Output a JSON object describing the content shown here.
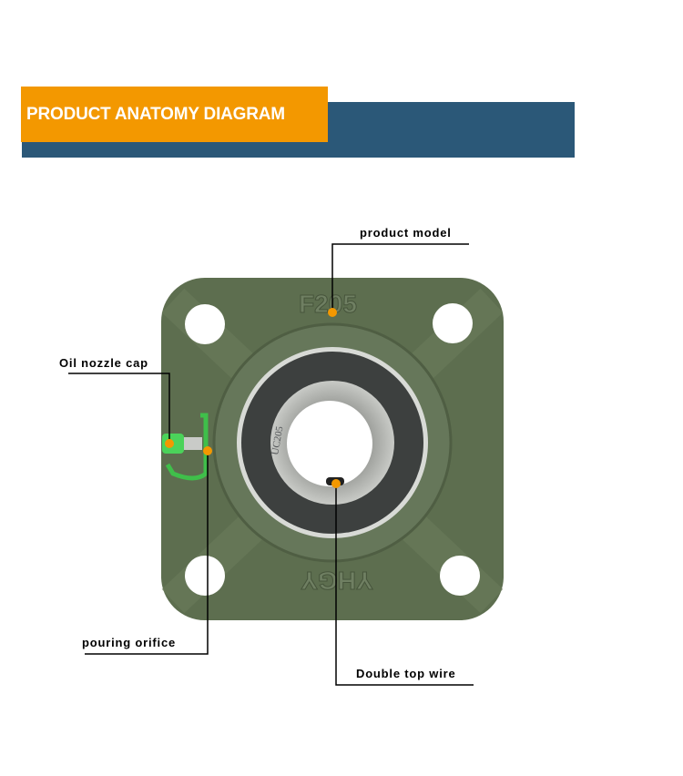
{
  "header": {
    "title": "PRODUCT ANATOMY DIAGRAM"
  },
  "colors": {
    "accent_orange": "#f39800",
    "banner_blue": "#2b5878",
    "housing_green": "#5d6e4f",
    "callout_dot": "#f39800"
  },
  "product_image": {
    "housing_marking": "F205",
    "insert_marking": "UC205",
    "brand_marking": "YHGY"
  },
  "callouts": [
    {
      "label": "product model"
    },
    {
      "label": "Oil nozzle cap"
    },
    {
      "label": "pouring orifice"
    },
    {
      "label": "Double top wire"
    }
  ]
}
